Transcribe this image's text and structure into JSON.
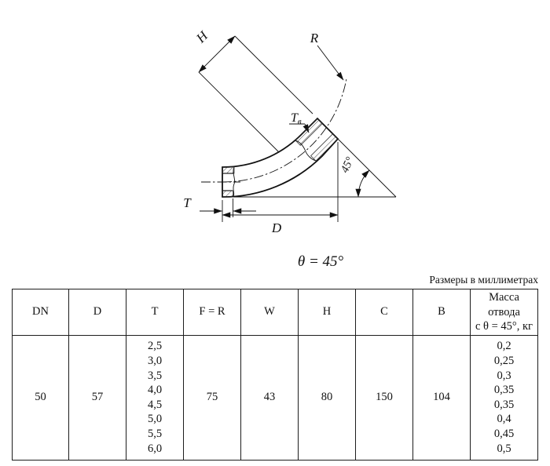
{
  "drawing": {
    "labels": {
      "h": "H",
      "r": "R",
      "tv_main": "T",
      "tv_sub": "в",
      "angle": "45°",
      "t": "T",
      "d": "D",
      "theta": "θ = 45°"
    }
  },
  "note": "Размеры в миллиметрах",
  "table": {
    "headers": [
      "DN",
      "D",
      "T",
      "F = R",
      "W",
      "H",
      "C",
      "B",
      [
        "Масса отвода",
        "с θ = 45°, кг"
      ]
    ],
    "row": {
      "dn": "50",
      "d": "57",
      "t": [
        "2,5",
        "3,0",
        "3,5",
        "4,0",
        "4,5",
        "5,0",
        "5,5",
        "6,0"
      ],
      "fr": "75",
      "w": "43",
      "h": "80",
      "c": "150",
      "b": "104",
      "mass": [
        "0,2",
        "0,25",
        "0,3",
        "0,35",
        "0,35",
        "0,4",
        "0,45",
        "0,5"
      ]
    }
  }
}
